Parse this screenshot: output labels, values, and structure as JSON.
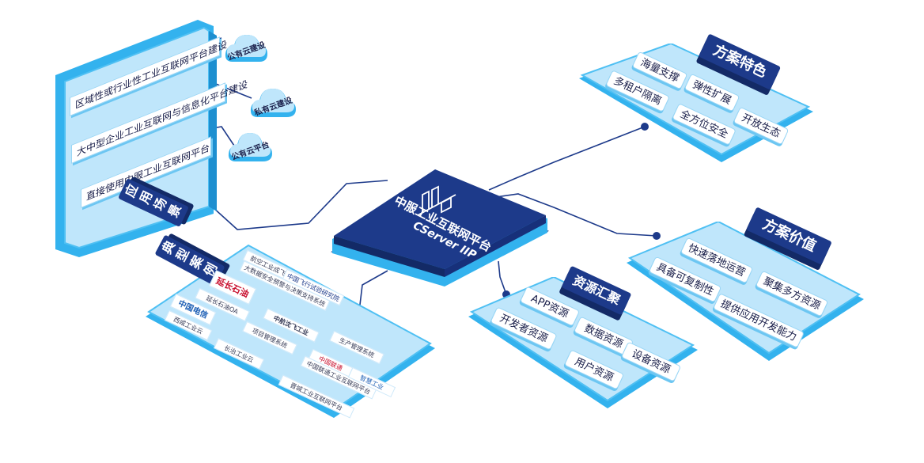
{
  "platform": {
    "name": "中服工业互联网平台",
    "product": "CServer IIP"
  },
  "application_scenarios": {
    "tag": "应用场景",
    "items": [
      "区域性或行业性工业互联网平台建设",
      "大中型企业工业互联网与信息化平台建设",
      "直接使用中服工业互联网平台"
    ],
    "clouds": [
      "公有云建设",
      "私有云建设",
      "公有云平台"
    ]
  },
  "solution_features": {
    "tag": "方案特色",
    "items": [
      "海量支撑",
      "弹性扩展",
      "多租户隔离",
      "全方位安全",
      "开放生态"
    ]
  },
  "solution_value": {
    "tag": "方案价值",
    "items": [
      "快速落地运营",
      "具备可复制性",
      "聚集多方资源",
      "提供应用开发能力"
    ]
  },
  "resource_pool": {
    "tag": "资源汇聚",
    "items": [
      "APP资源",
      "数据资源",
      "开发者资源",
      "设备资源",
      "用户资源"
    ]
  },
  "typical_cases": {
    "tag": "典型案例",
    "cases": [
      "航空工业成飞中心",
      "中国飞行试验研究院",
      "大数据安全预警与决策支持系统",
      "延长石油",
      "延长石油OA",
      "中国电信",
      "西咸工业云",
      "中航沈飞工业",
      "项目管理系统",
      "生产管理系统",
      "长治工业云",
      "中国联通",
      "中国联通工业互联网平台",
      "智慧工业",
      "晋城工业互联网平台"
    ]
  },
  "colors": {
    "dark_navy": "#1d3a8a",
    "accent_blue": "#33b2ee",
    "light_blue": "#bfe6fb",
    "text_dark": "#1a1f4a"
  }
}
